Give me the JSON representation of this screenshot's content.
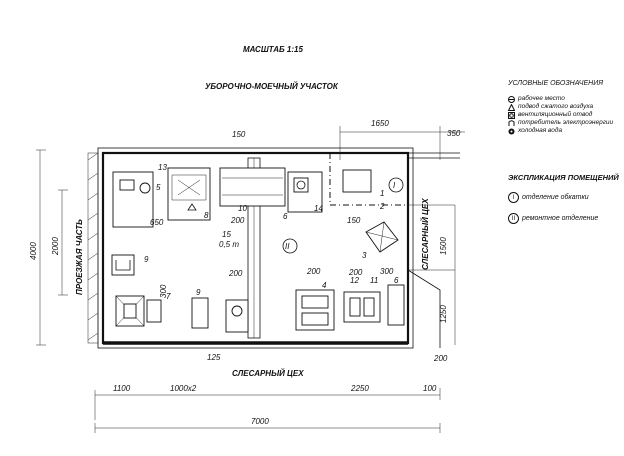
{
  "title": {
    "scale": "МАСШТАБ 1:15",
    "area": "УБОРОЧНО-МОЕЧНЫЙ УЧАСТОК"
  },
  "legend": {
    "heading": "УСЛОВНЫЕ ОБОЗНАЧЕНИЯ",
    "items": [
      {
        "icon": "workplace-icon",
        "label": "рабочее место"
      },
      {
        "icon": "compressed-air-icon",
        "label": "подвод сжатого воздуха"
      },
      {
        "icon": "ventilation-outlet-icon",
        "label": "вентиляционный отвод"
      },
      {
        "icon": "power-consumer-icon",
        "label": "потребитель электроэнергии"
      },
      {
        "icon": "cold-water-icon",
        "label": "холодная вода"
      }
    ]
  },
  "explication": {
    "heading": "ЭКСПЛИКАЦИЯ ПОМЕЩЕНИЙ",
    "rooms": [
      {
        "mark": "I",
        "label": "отделение обкатки"
      },
      {
        "mark": "II",
        "label": "ремонтное отделение"
      }
    ]
  },
  "plan": {
    "left_zone": "ПРОЕЗЖАЯ ЧАСТЬ",
    "right_zone": "СЛЕСАРНЫЙ ЦЕХ",
    "bottom_zone": "СЛЕСАРНЫЙ ЦЕХ",
    "room_marks": [
      "I",
      "II"
    ],
    "rail_label": "15",
    "rail_capacity": "0,5 т",
    "equipment_numbers": [
      "1",
      "2",
      "3",
      "4",
      "5",
      "6",
      "7",
      "8",
      "9",
      "10",
      "11",
      "12",
      "13",
      "14",
      "15"
    ],
    "dims": {
      "top_150": "150",
      "top_1650": "1650",
      "top_350": "350",
      "d_650": "650",
      "d_200a": "200",
      "d_150b": "150",
      "d_200b": "200",
      "d_200c": "200",
      "d_200d": "200",
      "d_300a": "300",
      "d_300b": "300",
      "d_125": "125",
      "d_200e": "200",
      "d_1500": "1500",
      "d_1250": "1250",
      "left_4000": "4000",
      "left_2000": "2000",
      "bottom_1100": "1100",
      "bottom_1000x2": "1000х2",
      "bottom_2250": "2250",
      "bottom_100": "100",
      "bottom_7000": "7000"
    }
  }
}
